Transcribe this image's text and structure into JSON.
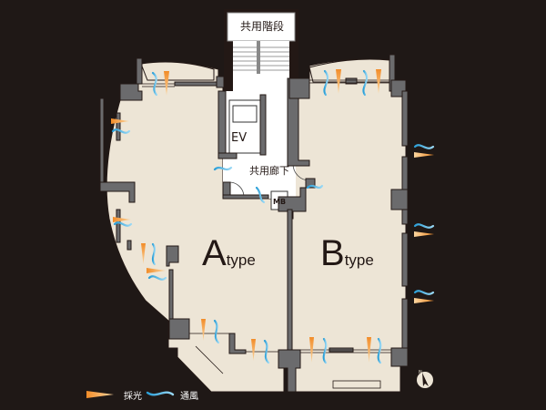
{
  "diagram": {
    "type": "floor-plan",
    "rooms": {
      "stairs": "共用階段",
      "elevator": "EV",
      "corridor": "共用廊下",
      "meter_box": "MB"
    },
    "units": [
      {
        "letter": "A",
        "suffix": "type"
      },
      {
        "letter": "B",
        "suffix": "type"
      }
    ],
    "legend": [
      {
        "icon": "daylight-icon",
        "label": "採光"
      },
      {
        "icon": "ventilation-icon",
        "label": "通風"
      }
    ],
    "compass": {
      "icon": "north-arrow-icon"
    }
  },
  "colors": {
    "background": "#1f1816",
    "floor": "#ede5d6",
    "wall": "#6b6b6d",
    "wall_outline": "#231815",
    "common_area": "#ffffff",
    "daylight": "#f0a050",
    "ventilation": "#4ab4e6"
  }
}
